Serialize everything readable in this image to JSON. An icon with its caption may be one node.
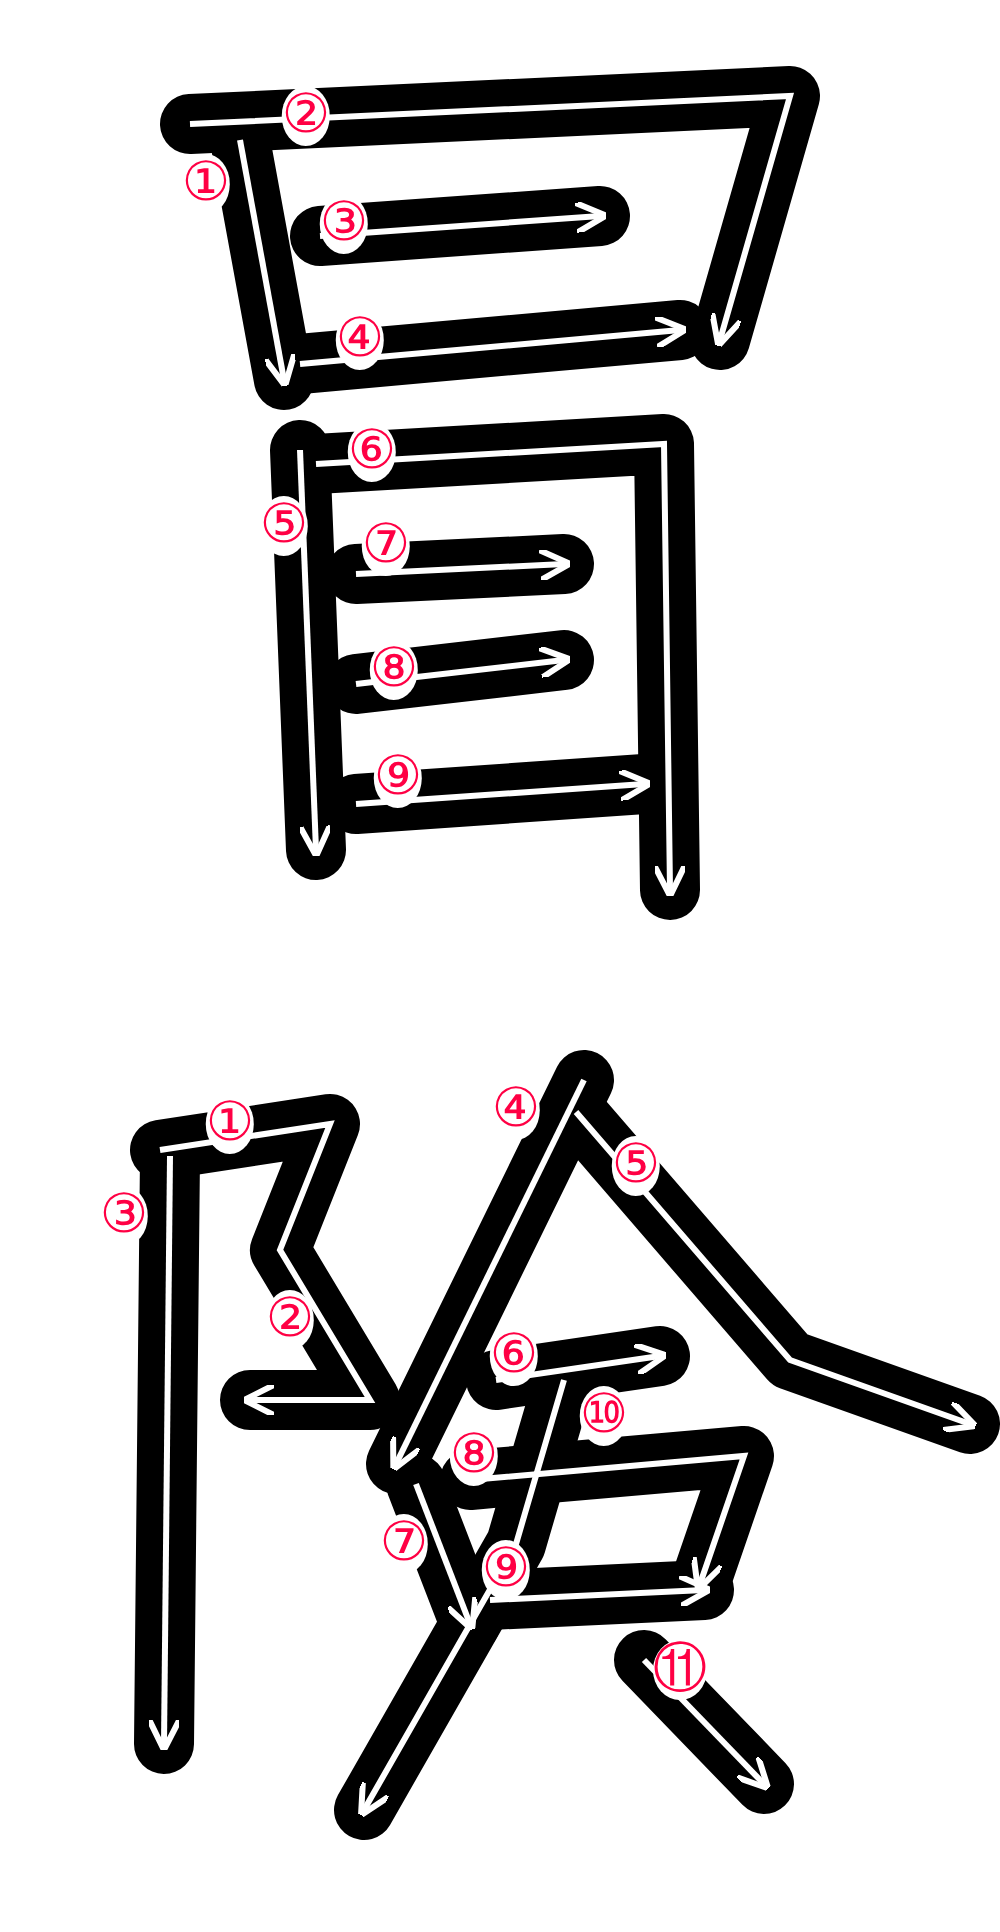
{
  "diagram": {
    "labels": [
      "①",
      "②",
      "③",
      "④",
      "⑤",
      "⑥",
      "⑦",
      "⑧",
      "⑨",
      "①",
      "②",
      "③",
      "④",
      "⑤",
      "⑥",
      "⑦",
      "⑧",
      "⑨",
      "⑩",
      "⑪"
    ]
  }
}
